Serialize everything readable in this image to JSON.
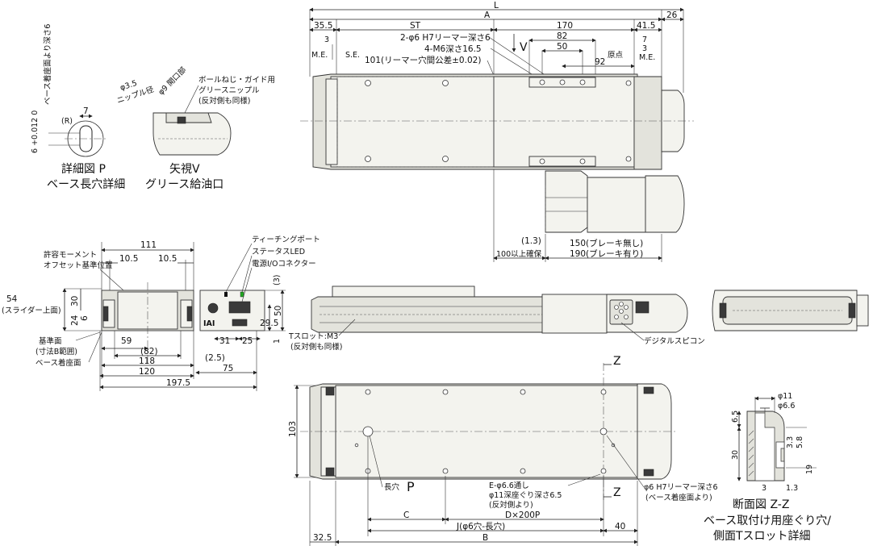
{
  "top_view": {
    "dims": {
      "L": "L",
      "A": "A",
      "ST": "ST",
      "d26": "26",
      "d35_5": "35.5",
      "d170": "170",
      "d41_5": "41.5",
      "d82": "82",
      "d50": "50",
      "d92": "92",
      "d3a": "3",
      "d7": "7",
      "d3b": "3",
      "d1_3": "(1.3)",
      "d100": "100以上確保",
      "d150": "150(ブレーキ無し)",
      "d190": "190(ブレーキ有り)"
    },
    "labels": {
      "me_left": "M.E.",
      "se": "S.E.",
      "me_right": "M.E.",
      "origin": "原点",
      "hole1": "2-φ6 H7リーマー深さ6",
      "hole2": "4-M6深さ16.5",
      "hole3": "101(リーマー穴間公差±0.02)",
      "arrow_v": "V"
    }
  },
  "detail_p": {
    "caption1": "詳細図 P",
    "caption2": "ベース長穴詳細",
    "tol": "6 +0.012 0",
    "depth_note": "ベース着座面より深さ6",
    "d7": "7",
    "r": "(R)"
  },
  "view_v": {
    "caption1": "矢視V",
    "caption2": "グリース給油口",
    "ballscrew": "ボールねじ・ガイド用",
    "nipple": "グリースニップル",
    "same": "(反対側も同様)",
    "d3_5": "φ3.5",
    "nip_dia": "ニップル径",
    "d9": "φ9 開口部"
  },
  "end_view": {
    "d111": "111",
    "d10_5a": "10.5",
    "d10_5b": "10.5",
    "d54": "54",
    "slider_top": "(スライダー上面)",
    "d30": "30",
    "d24": "24",
    "d6": "6",
    "d59": "59",
    "d82": "(82)",
    "d118": "118",
    "d120": "120",
    "d197_5": "197.5",
    "d2_5": "(2.5)",
    "d75": "75",
    "d31": "31",
    "d25": "25",
    "d29_5": "29.5",
    "d50": "50",
    "d3": "(3)",
    "d1": "1",
    "moment1": "許容モーメント",
    "moment2": "オフセット基準位置",
    "ref1": "基準面",
    "ref2": "(寸法B範囲)",
    "base_seat": "ベース着座面",
    "teaching": "ティーチングポート",
    "status": "ステータスLED",
    "power": "電源I/Oコネクター",
    "brand": "IAI"
  },
  "side_view": {
    "tslot1": "Tスロット:M3",
    "tslot2": "(反対側も同様)",
    "pcon": "デジタルスピコン"
  },
  "bottom_view": {
    "d103": "103",
    "d32_5": "32.5",
    "d40": "40",
    "C": "C",
    "D": "D×200P",
    "J": "J(φ6穴-長穴)",
    "B": "B",
    "long_hole": "長穴",
    "P": "P",
    "Z1": "Z",
    "Z2": "Z",
    "e1": "E-φ6.6通し",
    "e2": "φ11深座ぐり深さ6.5",
    "e3": "(反対側より)",
    "r1": "φ6 H7リーマー深さ6",
    "r2": "(ベース着座面より)"
  },
  "section_zz": {
    "d11": "φ11",
    "d6_6": "φ6.6",
    "d6_5": "6.5",
    "d30": "30",
    "d3_3": "3.3",
    "d5_8": "5.8",
    "d19": "19",
    "d3": "3",
    "d1_3": "1.3",
    "caption1": "断面図 Z-Z",
    "caption2": "ベース取付け用座ぐり穴/",
    "caption3": "側面Tスロット詳細"
  }
}
